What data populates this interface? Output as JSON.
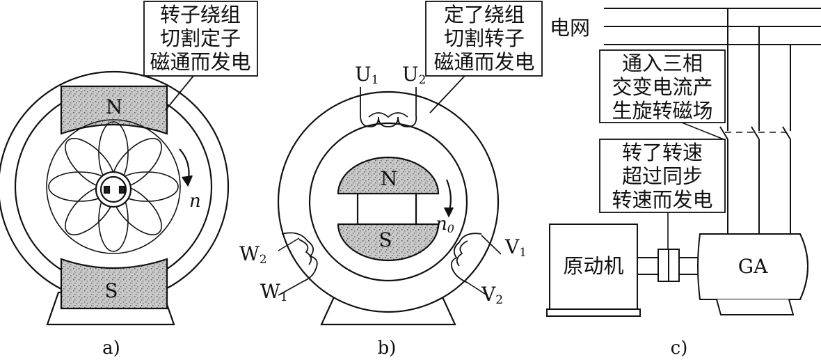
{
  "panel_a": {
    "callout_lines": [
      "转子绕组",
      "切割定子",
      "磁通而发电"
    ],
    "pole_top": "N",
    "pole_bottom": "S",
    "rotation_label": "n",
    "caption": "a)"
  },
  "panel_b": {
    "callout_lines": [
      "定了绕组",
      "切割转子",
      "磁通而发电"
    ],
    "terminals": {
      "u1_main": "U",
      "u1_sub": "1",
      "u2_main": "U",
      "u2_sub": "2",
      "v1_main": "V",
      "v1_sub": "1",
      "v2_main": "V",
      "v2_sub": "2",
      "w1_main": "W",
      "w1_sub": "1",
      "w2_main": "W",
      "w2_sub": "2"
    },
    "pole_top": "N",
    "pole_bottom": "S",
    "rotation_main": "n",
    "rotation_sub": "0",
    "caption": "b)"
  },
  "panel_c": {
    "grid_label": "电网",
    "callout_field_lines": [
      "通入三相",
      "交变电流产",
      "生旋转磁场"
    ],
    "callout_speed_lines": [
      "转了转速",
      "超过同步",
      "转速而发电"
    ],
    "prime_mover": "原动机",
    "generator": "GA",
    "caption": "c)"
  }
}
